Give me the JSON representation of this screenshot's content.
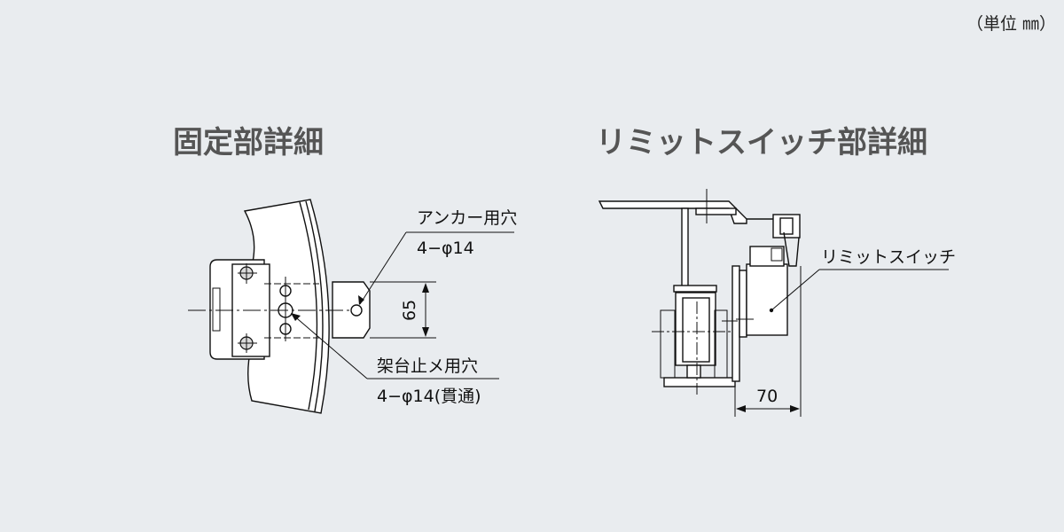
{
  "unit_label": "（単位 ㎜）",
  "fixed_section": {
    "title": "固定部詳細",
    "anchor_hole_label": "アンカー用穴",
    "anchor_hole_spec": "4−φ14",
    "frame_hole_label": "架台止メ用穴",
    "frame_hole_spec": "4−φ14(貫通)",
    "dimension_value": "65"
  },
  "limit_switch_section": {
    "title": "リミットスイッチ部詳細",
    "switch_label": "リミットスイッチ",
    "dimension_value": "70"
  }
}
